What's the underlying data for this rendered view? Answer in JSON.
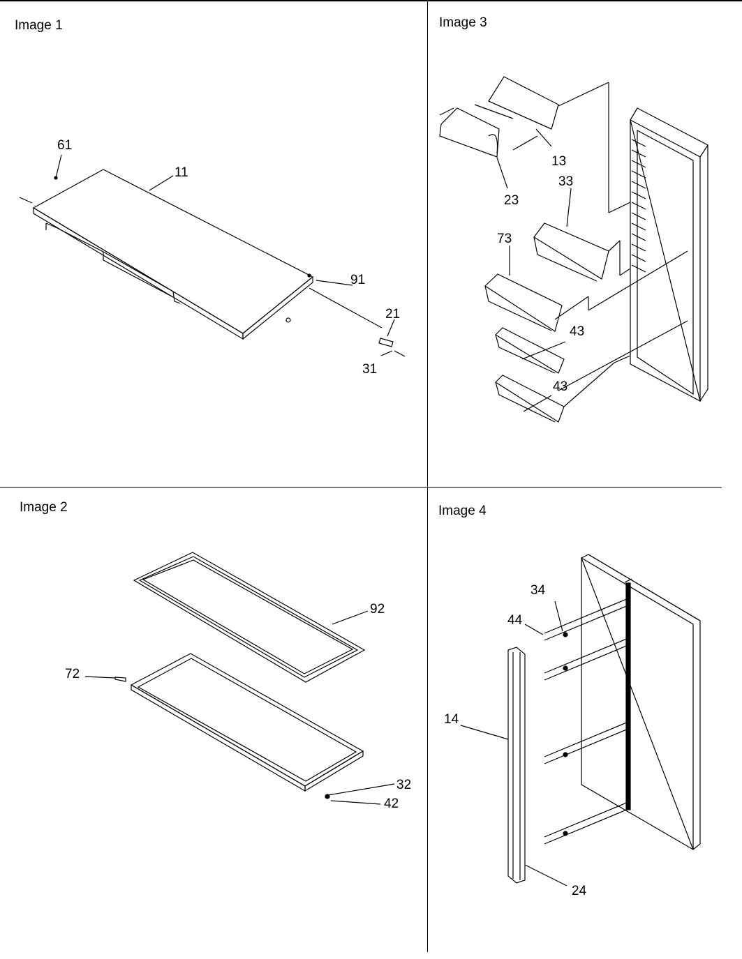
{
  "panels": [
    {
      "title": "Image 1",
      "callouts": [
        "61",
        "11",
        "91",
        "21",
        "31"
      ]
    },
    {
      "title": "Image 2",
      "callouts": [
        "92",
        "72",
        "32",
        "42"
      ]
    },
    {
      "title": "Image 3",
      "callouts": [
        "13",
        "23",
        "33",
        "73",
        "43",
        "43"
      ]
    },
    {
      "title": "Image 4",
      "callouts": [
        "34",
        "44",
        "14",
        "24"
      ]
    }
  ]
}
